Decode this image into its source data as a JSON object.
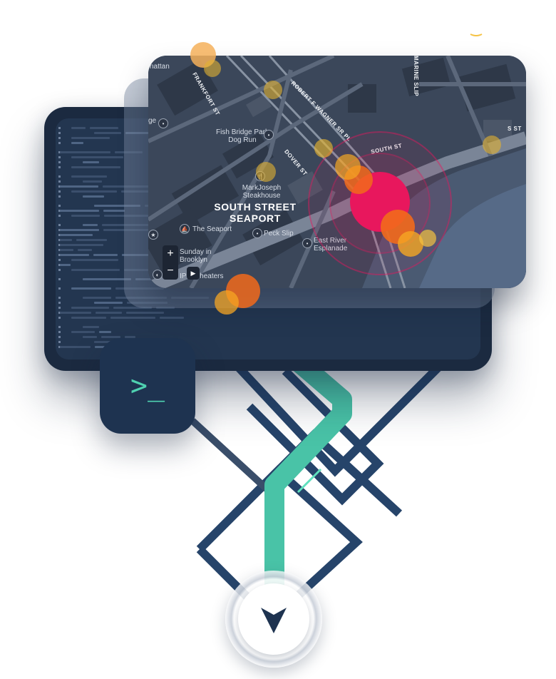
{
  "map": {
    "neighborhood": [
      "SOUTH STREET",
      "SEAPORT"
    ],
    "streets": [
      "FRANKFORT ST",
      "ROBERT F WAGNER SR PL",
      "DOVER ST",
      "SOUTH ST",
      "S ST",
      "MARINE SLIP"
    ],
    "places": {
      "manhattan": "nattan",
      "brooklyn_bridge": "Fish Bridge Park Dog Run",
      "markjoseph": "MarkJoseph Steakhouse",
      "the_seaport": "The Seaport",
      "peck_slip": "Peck Slip",
      "east_river": "East River Esplanade",
      "sunday_in_brooklyn": "Sunday in Brooklyn",
      "ipic": "IPIC Theaters",
      "ge": "ge"
    },
    "zoom_in": "+",
    "zoom_out": "−",
    "play": "▶"
  },
  "terminal": {
    "prompt": ">_"
  },
  "colors": {
    "accent": "#4fd1b0",
    "navy": "#1e3350",
    "hotspot": "#e8175d",
    "orange": "#f26a1b",
    "amber": "#f5a623"
  },
  "icons": {
    "terminal": "terminal-prompt-icon",
    "navigation": "navigation-arrow-icon",
    "restaurant": "restaurant-icon",
    "star": "star-icon"
  }
}
